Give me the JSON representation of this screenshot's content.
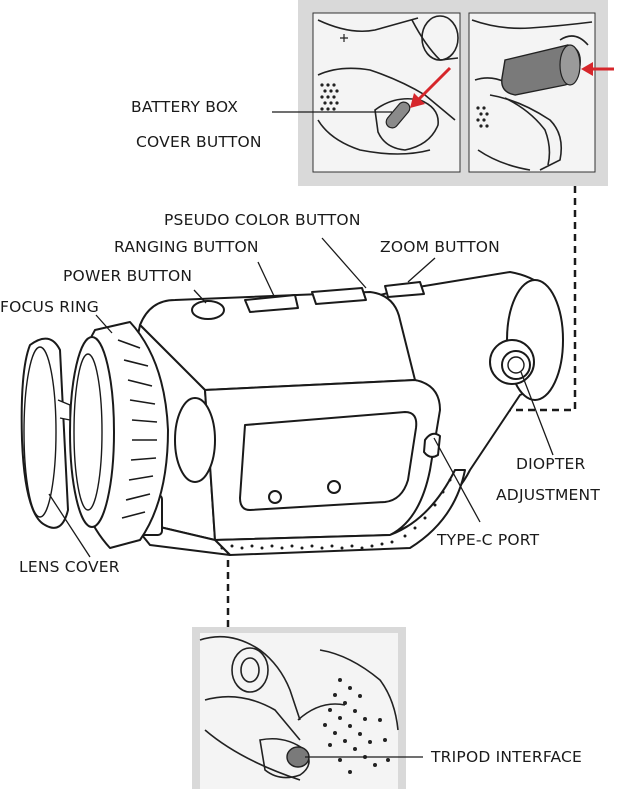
{
  "labels": {
    "battery_box_line1": "BATTERY BOX",
    "battery_box_line2": "COVER BUTTON",
    "pseudo_color": "PSEUDO COLOR BUTTON",
    "ranging": "RANGING BUTTON",
    "zoom": "ZOOM BUTTON",
    "power": "POWER BUTTON",
    "focus_ring": "FOCUS RING",
    "diopter_line1": "DIOPTER",
    "diopter_line2": "ADJUSTMENT",
    "type_c": "TYPE-C PORT",
    "lens_cover": "LENS COVER",
    "tripod": "TRIPOD INTERFACE"
  },
  "colors": {
    "line": "#1a1a1a",
    "inset_frame": "#d9d9d9",
    "inset_bg": "#f4f4f4",
    "arrow": "#d6262b",
    "device_fill": "#ffffff",
    "device_shade": "#b5b5b5"
  }
}
